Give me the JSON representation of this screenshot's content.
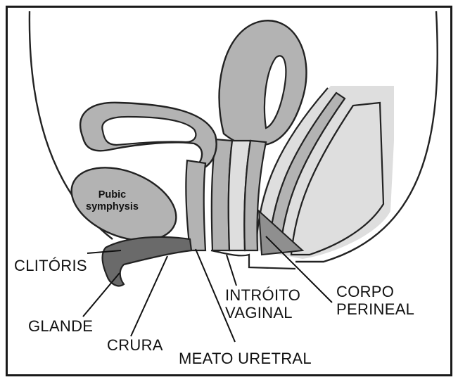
{
  "labels": {
    "pubic_symphysis_line1": "Pubic",
    "pubic_symphysis_line2": "symphysis",
    "clitoris": "CLITÓRIS",
    "glande": "GLANDE",
    "crura": "CRURA",
    "meato_uretral": "MEATO URETRAL",
    "introito_line1": "INTRÓITO",
    "introito_line2": "VAGINAL",
    "corpo_line1": "CORPO",
    "corpo_line2": "PERINEAL"
  },
  "colors": {
    "outline": "#222222",
    "organ_fill": "#b3b3b3",
    "dark_fill": "#6a6a6a",
    "light_fill": "#dedede",
    "perineal_fill": "#8f8f8f",
    "background": "#ffffff"
  }
}
